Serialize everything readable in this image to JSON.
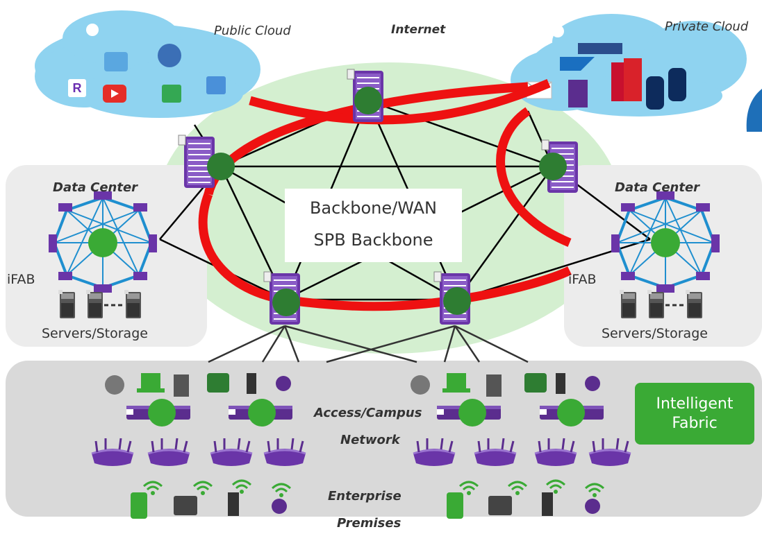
{
  "labels": {
    "public_cloud": "Public Cloud",
    "internet": "Internet",
    "private_cloud": "Private Cloud",
    "data_center_left": "Data Center",
    "data_center_right": "Data Center",
    "ifab_left": "iFAB",
    "ifab_right": "iFAB",
    "servers_left": "Servers/Storage",
    "servers_right": "Servers/Storage",
    "backbone_line1": "Backbone/WAN",
    "backbone_line2": "SPB Backbone",
    "access_line1": "Access/Campus",
    "access_line2": "Network",
    "enterprise_line1": "Enterprise",
    "enterprise_line2": "Premises",
    "intelligent_line1": "Intelligent",
    "intelligent_line2": "Fabric"
  },
  "cloud_icons": {
    "public": [
      "mashare-icon",
      "salesforce-icon",
      "youtube-icon",
      "windows-icon",
      "google-icon",
      "cloud-app-icon"
    ],
    "private": [
      "peoplesoft-icon",
      "sap-icon",
      "mail-icon",
      "voice-icon",
      "documents-icon",
      "database-icon"
    ]
  },
  "colors": {
    "backbone_ring": "#ee1111",
    "node_green": "#2e7d32",
    "fabric_green": "#3aaa35",
    "device_purple": "#5b2d8e",
    "cloud_blue": "#8fd3f0",
    "backbone_area": "#d4efd0",
    "panel_gray": "#d9d9d9"
  }
}
